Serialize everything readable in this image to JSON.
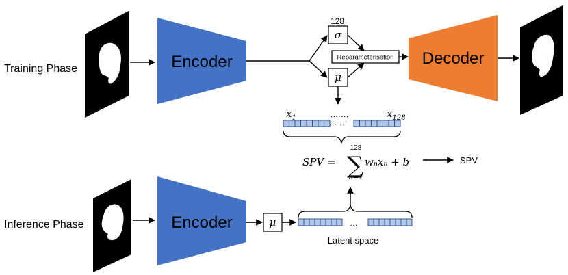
{
  "training": {
    "phase_label": "Training Phase",
    "encoder_label": "Encoder",
    "decoder_label": "Decoder",
    "sigma": "σ",
    "mu": "μ",
    "dim": "128",
    "reparam_label": "Reparameterisation",
    "x1": "x",
    "x1_sub": "1",
    "x128": "x",
    "x128_sub": "128",
    "dots": "… …"
  },
  "formula": {
    "lhs": "SPV =",
    "sum_upper": "128",
    "sum_lower": "n=1",
    "sigma_sym": "∑",
    "body": "wₙxₙ + b",
    "result": "SPV"
  },
  "inference": {
    "phase_label": "Inference Phase",
    "encoder_label": "Encoder",
    "mu": "μ",
    "dots": "…",
    "latent_label": "Latent space"
  },
  "colors": {
    "encoder": "#4472c4",
    "decoder": "#ed7d31",
    "latent_cell": "#b4c7e7",
    "latent_border": "#2f5597"
  }
}
